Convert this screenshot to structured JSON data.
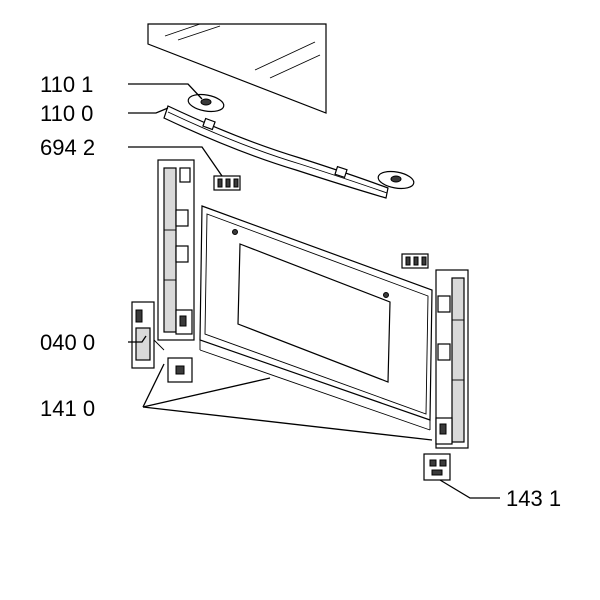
{
  "labels": {
    "handle_cap": "110 1",
    "handle_bar": "110 0",
    "handle_clip": "694 2",
    "hinge_part": "040 0",
    "hinge_set": "141 0",
    "hinge_bracket": "143 1"
  },
  "colors": {
    "line": "#000000",
    "panel_fill": "#ffffff",
    "part_fill": "#d9d9d9",
    "dark_fill": "#3a3a3a",
    "background": "#ffffff"
  }
}
